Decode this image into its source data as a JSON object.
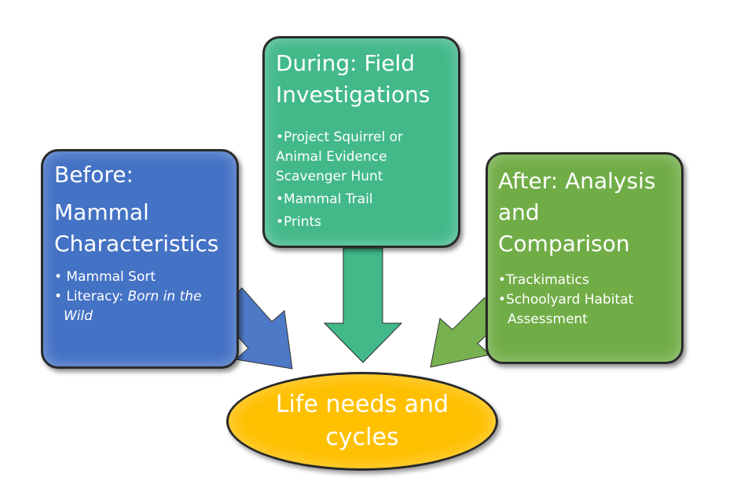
{
  "before": {
    "title_line1": "Before:",
    "title_line2": "Mammal Characteristics",
    "items": [
      "• Mammal Sort"
    ],
    "literacy_prefix": "• Literacy: ",
    "literacy_book": "Born in the Wild"
  },
  "during": {
    "title": "During: Field Investigations",
    "items": [
      "•Project Squirrel or Animal Evidence Scavenger Hunt",
      "•Mammal Trail",
      "•Prints"
    ]
  },
  "after": {
    "title": "After: Analysis and Comparison",
    "items": [
      "•Trackimatics",
      "•Schoolyard Habitat Assessment"
    ]
  },
  "goal": {
    "label": "Life needs and cycles"
  },
  "colors": {
    "before": "#4472c4",
    "during": "#43b98a",
    "after": "#71ad47",
    "goal": "#ffc000",
    "outline": "#2a2a2a"
  }
}
